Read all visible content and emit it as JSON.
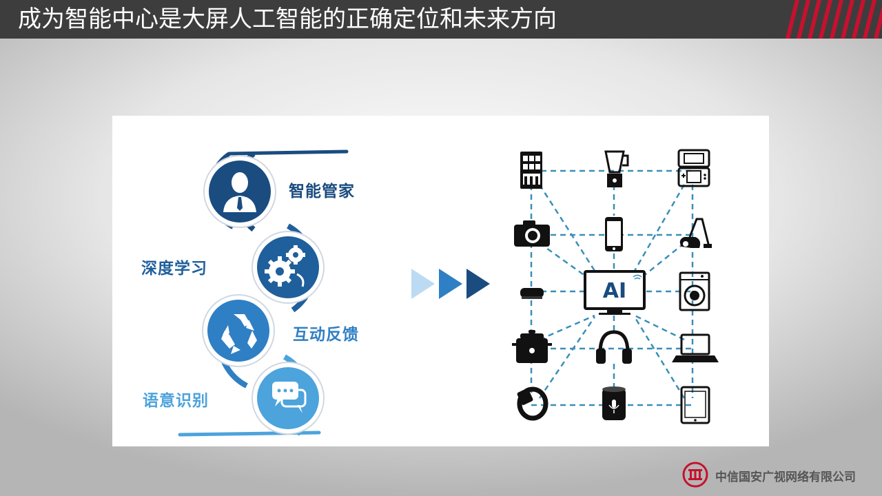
{
  "slide": {
    "title": "成为智能中心是大屏人工智能的正确定位和未来方向"
  },
  "features": {
    "items": [
      {
        "label": "智能管家",
        "icon": "butler-person-icon"
      },
      {
        "label": "深度学习",
        "icon": "gears-icon"
      },
      {
        "label": "互动反馈",
        "icon": "recycle-icon"
      },
      {
        "label": "语意识别",
        "icon": "chat-bubbles-icon"
      }
    ]
  },
  "hub": {
    "center_label": "AI",
    "devices": [
      "fridge-icon",
      "blender-icon",
      "game-console-icon",
      "camera-icon",
      "smartphone-icon",
      "vacuum-cleaner-icon",
      "router-icon",
      "washing-machine-icon",
      "slow-cooker-icon",
      "headphones-icon",
      "laptop-icon",
      "smartwatch-icon",
      "smart-speaker-icon",
      "tablet-icon"
    ]
  },
  "footer": {
    "company": "中信国安广视网络有限公司"
  },
  "colors": {
    "title_bar": "#3d3d3d",
    "accent_red": "#c8102e",
    "dark_blue": "#1a4c80",
    "mid_blue": "#2f7fc4",
    "light_blue": "#4da3dc",
    "dashed_line": "#3a8fb8"
  }
}
